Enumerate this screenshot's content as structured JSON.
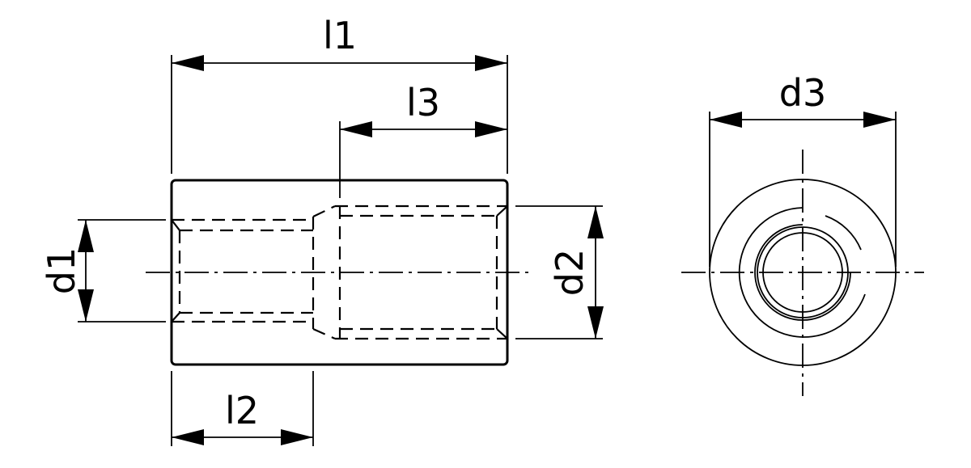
{
  "labels": {
    "l1": "l1",
    "l2": "l2",
    "l3": "l3",
    "d1": "d1",
    "d2": "d2",
    "d3": "d3"
  }
}
